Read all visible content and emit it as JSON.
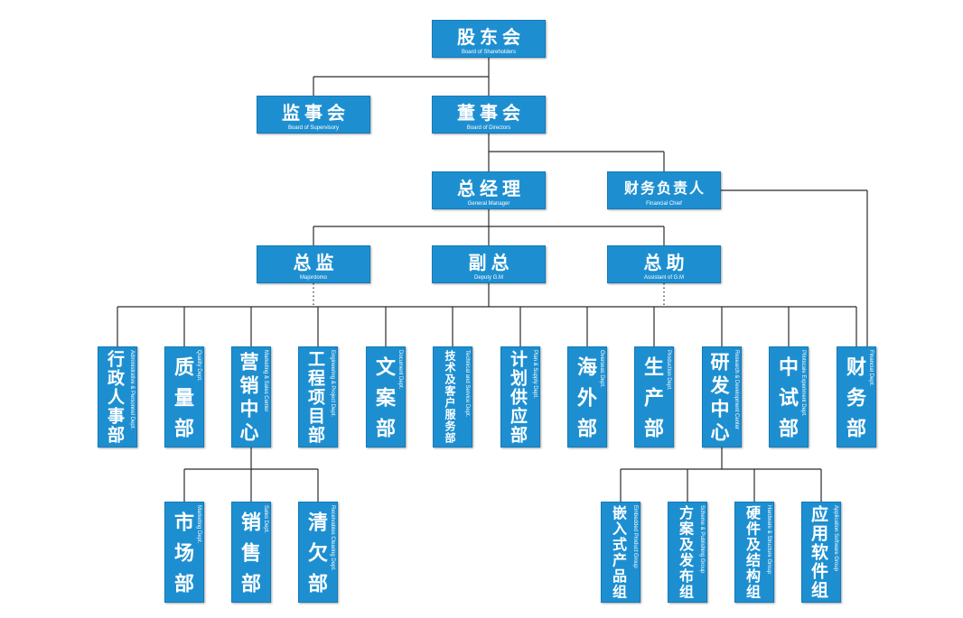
{
  "colors": {
    "box": "#1d8fd1",
    "border": "#127ab8",
    "line": "#2b2b2b",
    "text": "#ffffff"
  },
  "shareholders": {
    "zh": "股东会",
    "en": "Board of Shareholders"
  },
  "supervisory": {
    "zh": "监事会",
    "en": "Board of Supervisory"
  },
  "directors": {
    "zh": "董事会",
    "en": "Board of Directors"
  },
  "general_manager": {
    "zh": "总经理",
    "en": "General Manager"
  },
  "financial_chief": {
    "zh": "财务负责人",
    "en": "Financial Chief"
  },
  "majordomo": {
    "zh": "总监",
    "en": "Majordomo"
  },
  "deputy_gm": {
    "zh": "副总",
    "en": "Deputy G.M"
  },
  "assistant_gm": {
    "zh": "总助",
    "en": "Assistant of G.M"
  },
  "departments": [
    {
      "zh": "行政人事部",
      "en": "Administrative & Personnel Dept."
    },
    {
      "zh": "质量部",
      "en": "Quality Dept."
    },
    {
      "zh": "营销中心",
      "en": "Marketing & Sales Center"
    },
    {
      "zh": "工程项目部",
      "en": "Engineering & Project Dept."
    },
    {
      "zh": "文案部",
      "en": "Document Dept."
    },
    {
      "zh": "技术及客户服务部",
      "en": "Technical and Service Dept."
    },
    {
      "zh": "计划供应部",
      "en": "Plan & Supply Dept."
    },
    {
      "zh": "海外部",
      "en": "Overseas Dept."
    },
    {
      "zh": "生产部",
      "en": "Production Dept."
    },
    {
      "zh": "研发中心",
      "en": "Research & Development Center"
    },
    {
      "zh": "中试部",
      "en": "Pilotscale Experiment Dept."
    },
    {
      "zh": "财务部",
      "en": "Financial Dept."
    }
  ],
  "marketing_groups": [
    {
      "zh": "市场部",
      "en": "Marketing Dept."
    },
    {
      "zh": "销售部",
      "en": "Sales Dept."
    },
    {
      "zh": "清欠部",
      "en": "Receivables Clearing Dept."
    }
  ],
  "rd_groups": [
    {
      "zh": "嵌入式产品组",
      "en": "Embedded Product Group"
    },
    {
      "zh": "方案及发布组",
      "en": "Scheme & Publishing Group"
    },
    {
      "zh": "硬件及结构组",
      "en": "Hardware & Structure Group"
    },
    {
      "zh": "应用软件组",
      "en": "Application Software Group"
    }
  ]
}
